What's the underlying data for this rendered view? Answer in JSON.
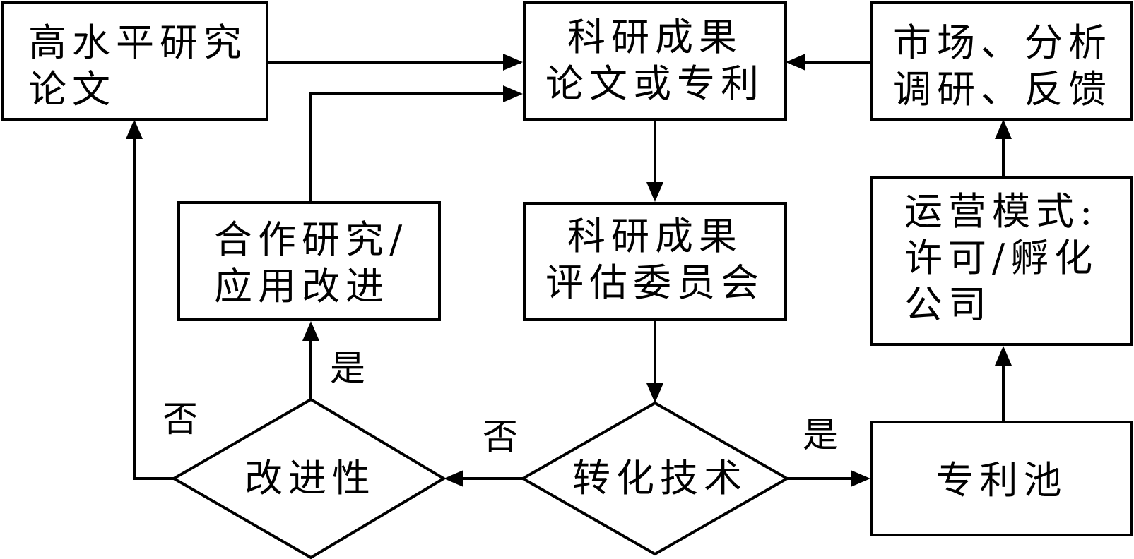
{
  "nodes": {
    "high_level_paper": {
      "lines": [
        "高水平研究",
        "论文"
      ]
    },
    "research_results": {
      "lines": [
        "科研成果",
        "论文或专利"
      ]
    },
    "market_analysis": {
      "lines": [
        "市场、分析",
        "调研、反馈"
      ]
    },
    "cooperation": {
      "lines": [
        "合作研究/",
        "应用改进"
      ]
    },
    "evaluation_committee": {
      "lines": [
        "科研成果",
        "评估委员会"
      ]
    },
    "operation_mode": {
      "lines": [
        "运营模式:",
        "许可/孵化",
        "公司"
      ]
    },
    "patent_pool": {
      "lines": [
        "专利池"
      ]
    },
    "improvability": {
      "label": "改进性"
    },
    "transfer_tech": {
      "label": "转化技术"
    }
  },
  "edge_labels": {
    "improve_yes": "是",
    "improve_no": "否",
    "transfer_yes": "是",
    "transfer_no": "否"
  },
  "colors": {
    "stroke": "#000000",
    "background": "#ffffff"
  }
}
